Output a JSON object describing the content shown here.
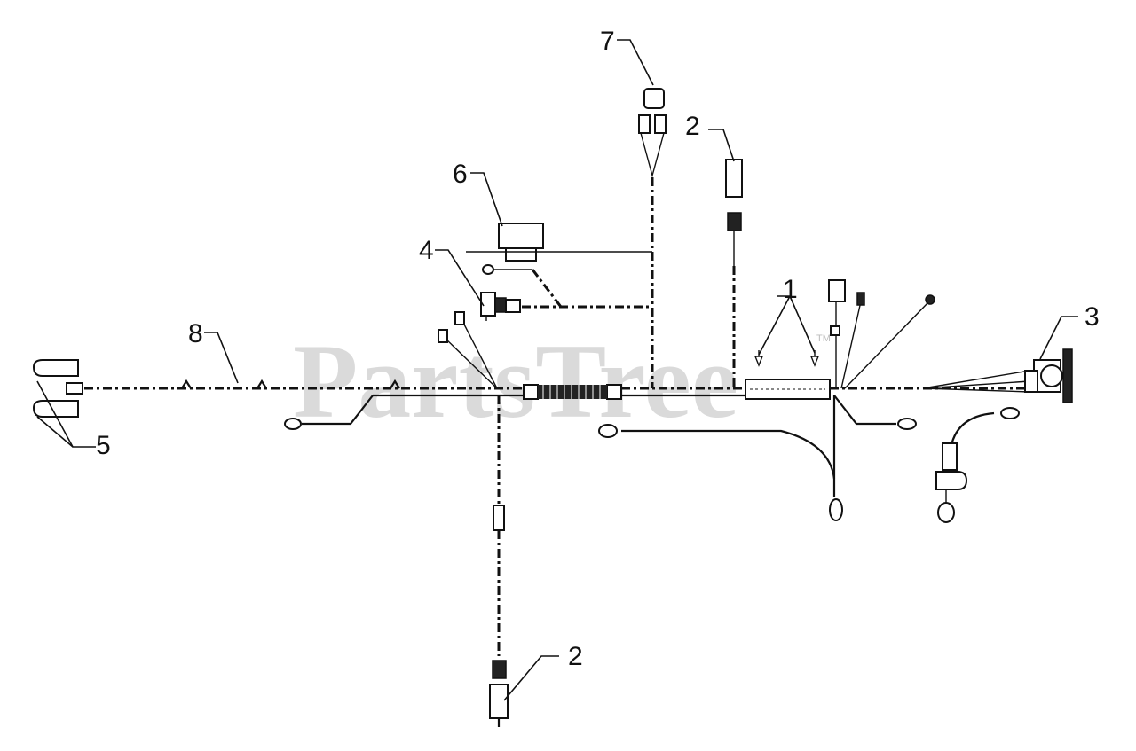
{
  "watermark": {
    "text": "PartsTree",
    "trademark": "TM"
  },
  "callouts": [
    {
      "id": "1",
      "label": "1"
    },
    {
      "id": "2a",
      "label": "2"
    },
    {
      "id": "2b",
      "label": "2"
    },
    {
      "id": "3",
      "label": "3"
    },
    {
      "id": "4",
      "label": "4"
    },
    {
      "id": "5",
      "label": "5"
    },
    {
      "id": "6",
      "label": "6"
    },
    {
      "id": "7",
      "label": "7"
    },
    {
      "id": "8",
      "label": "8"
    }
  ],
  "colors": {
    "line": "#111111",
    "watermark": "#bdbdbd",
    "background": "#ffffff"
  }
}
